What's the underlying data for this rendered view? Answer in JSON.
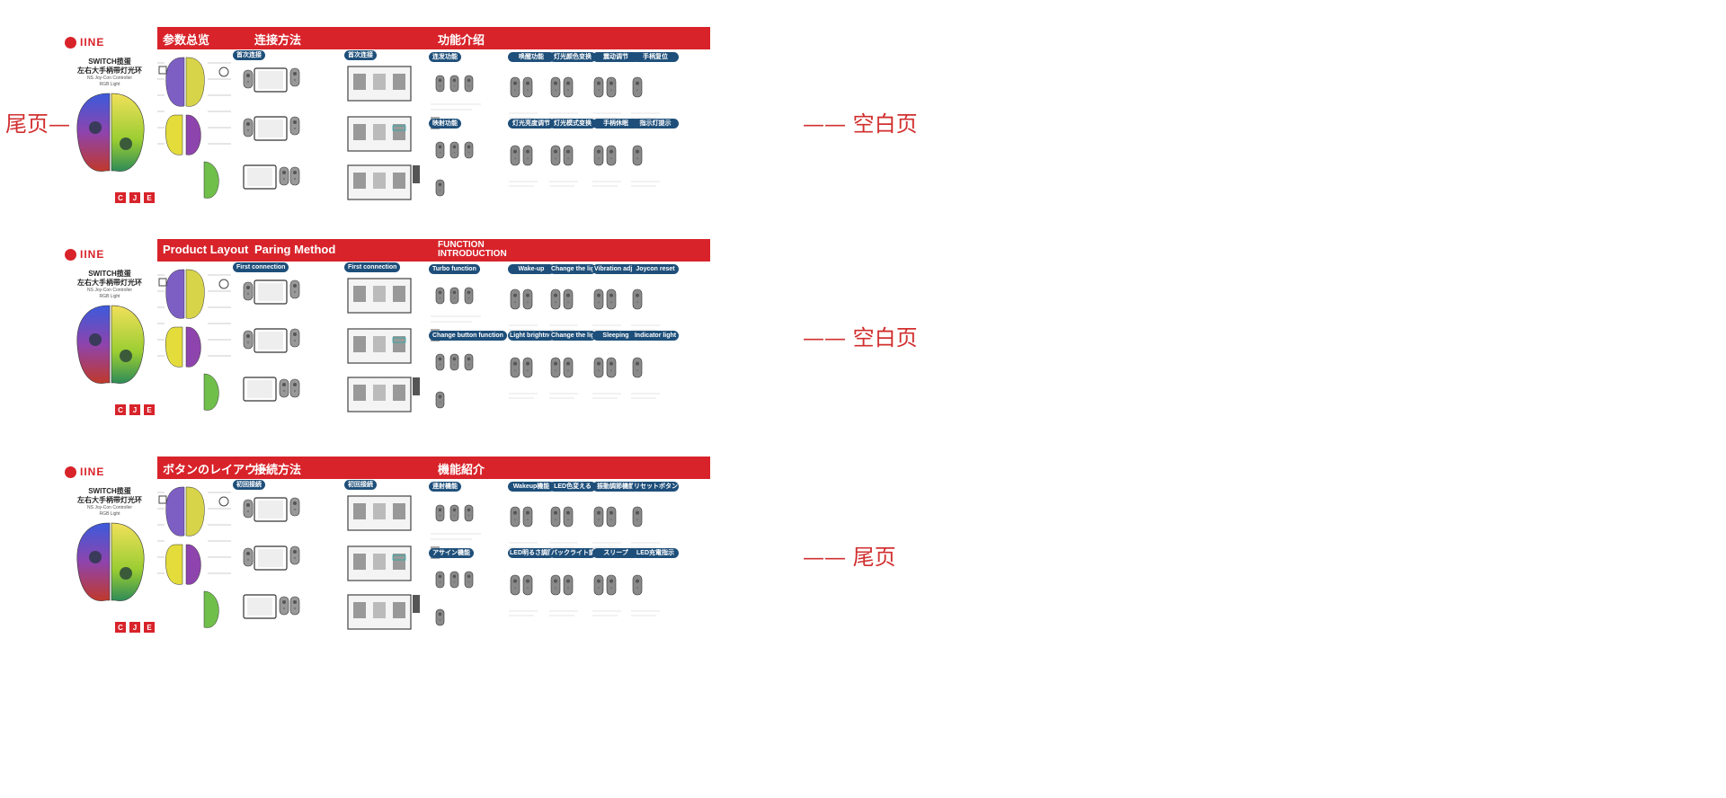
{
  "labels": {
    "left_tail": "尾页—",
    "right": [
      "—— 空白页",
      "—— 空白页",
      "—— 尾页"
    ]
  },
  "sheets": [
    {
      "lang": "zh",
      "logo": "IINE",
      "cover_title": "SWITCH揽蛋\n左右大手柄带灯光环",
      "cover_sub": "NS Joy-Con Controller\nRGB Light",
      "lang_marks": [
        "C",
        "J",
        "E"
      ],
      "sections": {
        "layout": "参数总览",
        "pairing": "连接方法",
        "function": "功能介绍"
      },
      "pair_pills": [
        "首次连接",
        "首次连接"
      ],
      "func_pills": [
        "连发功能",
        "唤醒功能",
        "灯光颜色变换",
        "震动调节",
        "手柄复位",
        "映射功能",
        "灯光亮度调节",
        "灯光模式变换",
        "手柄休眠",
        "指示灯提示"
      ]
    },
    {
      "lang": "en",
      "logo": "IINE",
      "cover_title": "SWITCH揽蛋\n左右大手柄带灯光环",
      "cover_sub": "NS Joy-Con Controller\nRGB Light",
      "lang_marks": [
        "C",
        "J",
        "E"
      ],
      "sections": {
        "layout": "Product Layout",
        "pairing": "Paring Method",
        "function": "FUNCTION\nINTRODUCTION"
      },
      "pair_pills": [
        "First connection",
        "First connection"
      ],
      "func_pills": [
        "Turbo function",
        "Wake-up",
        "Change the light color",
        "Vibration adjustment",
        "Joycon reset",
        "Change button function",
        "Light brightness adjustment",
        "Change the light mode",
        "Sleeping",
        "Indicator light"
      ]
    },
    {
      "lang": "ja",
      "logo": "IINE",
      "cover_title": "SWITCH揽蛋\n左右大手柄带灯光环",
      "cover_sub": "NS Joy-Con Controller\nRGB Light",
      "lang_marks": [
        "C",
        "J",
        "E"
      ],
      "sections": {
        "layout": "ボタンのレイアウト",
        "pairing": "接続方法",
        "function": "機能紹介"
      },
      "pair_pills": [
        "初回接続",
        "初回接続"
      ],
      "func_pills": [
        "連射機能",
        "Wakeup機能",
        "LED色変える",
        "振動調節機能",
        "リセットボタン",
        "アサイン機能",
        "LED明るさ調節",
        "バックライト調節",
        "スリープ",
        "LED充電指示"
      ]
    }
  ],
  "colors": {
    "brand_red": "#d8232a",
    "pill_blue": "#1e4f7a",
    "label_red": "#d22f2f"
  }
}
